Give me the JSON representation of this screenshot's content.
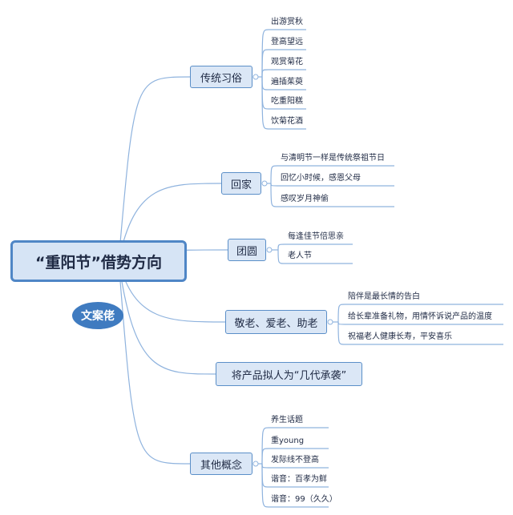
{
  "center": {
    "title": "“重阳节”借势方向"
  },
  "badge": {
    "label": "文案佬"
  },
  "branches": [
    {
      "label": "传统习俗",
      "leaves": [
        "出游赏秋",
        "登高望远",
        "观赏菊花",
        "遍插茱萸",
        "吃重阳糕",
        "饮菊花酒"
      ]
    },
    {
      "label": "回家",
      "leaves": [
        "与清明节一样是传统祭祖节日",
        "回忆小时候，感恩父母",
        "感叹岁月神偷"
      ]
    },
    {
      "label": "团圆",
      "leaves": [
        "每逢佳节倍思亲",
        "老人节"
      ]
    },
    {
      "label": "敬老、爱老、助老",
      "leaves": [
        "陪伴是最长情的告白",
        "给长辈准备礼物，用情怀诉说产品的温度",
        "祝福老人健康长寿，平安喜乐"
      ]
    },
    {
      "label": "将产品拟人为“几代承袭”",
      "leaves": []
    },
    {
      "label": "其他概念",
      "leaves": [
        "养生话题",
        "重young",
        "发际线不登高",
        "谐音：百孝为鲜",
        "谐音：99（久久）"
      ]
    }
  ],
  "colors": {
    "line": "#8fb3de",
    "node_border": "#5b8fc8",
    "node_fill": "#dbe7f6",
    "badge": "#3f7bc0"
  }
}
